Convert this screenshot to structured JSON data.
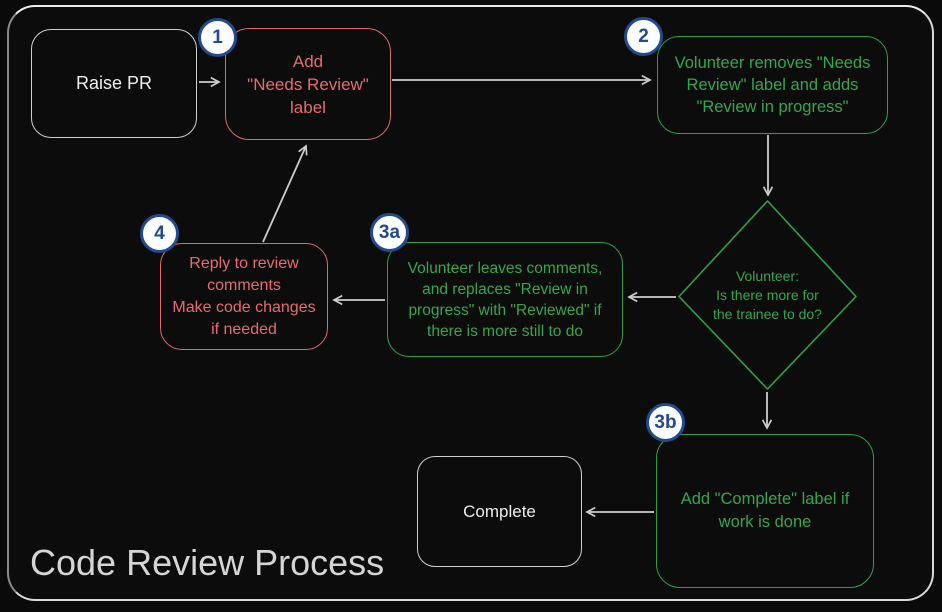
{
  "title": "Code Review Process",
  "colors": {
    "background": "#0c0c0c",
    "red": "#e66b70",
    "green": "#2ea04a",
    "neutral": "#ededed",
    "arrow": "#cdcdcd",
    "badge_blue": "#24498c",
    "badge_fill": "#fbfdff"
  },
  "nodes": {
    "raise_pr": {
      "label": "Raise PR"
    },
    "add_needs_review": {
      "label": "Add\n\"Needs Review\"\nlabel",
      "badge": "1"
    },
    "volunteer_removes": {
      "label": "Volunteer removes \"Needs\nReview\" label and adds\n\"Review in progress\"",
      "badge": "2"
    },
    "decision": {
      "label": "Volunteer:\nIs there more for\nthe trainee to do?"
    },
    "leaves_comments": {
      "label": "Volunteer leaves comments,\nand replaces \"Review in\nprogress\" with \"Reviewed\" if\nthere is more still to do",
      "badge": "3a"
    },
    "reply_comments": {
      "label": "Reply to review\ncomments\nMake code changes\nif needed",
      "badge": "4"
    },
    "add_complete": {
      "label": "Add \"Complete\" label if\nwork is done",
      "badge": "3b"
    },
    "complete": {
      "label": "Complete"
    }
  },
  "edges": [
    {
      "from": "raise_pr",
      "to": "add_needs_review"
    },
    {
      "from": "add_needs_review",
      "to": "volunteer_removes"
    },
    {
      "from": "volunteer_removes",
      "to": "decision"
    },
    {
      "from": "decision",
      "to": "leaves_comments"
    },
    {
      "from": "leaves_comments",
      "to": "reply_comments"
    },
    {
      "from": "reply_comments",
      "to": "add_needs_review"
    },
    {
      "from": "decision",
      "to": "add_complete"
    },
    {
      "from": "add_complete",
      "to": "complete"
    }
  ]
}
